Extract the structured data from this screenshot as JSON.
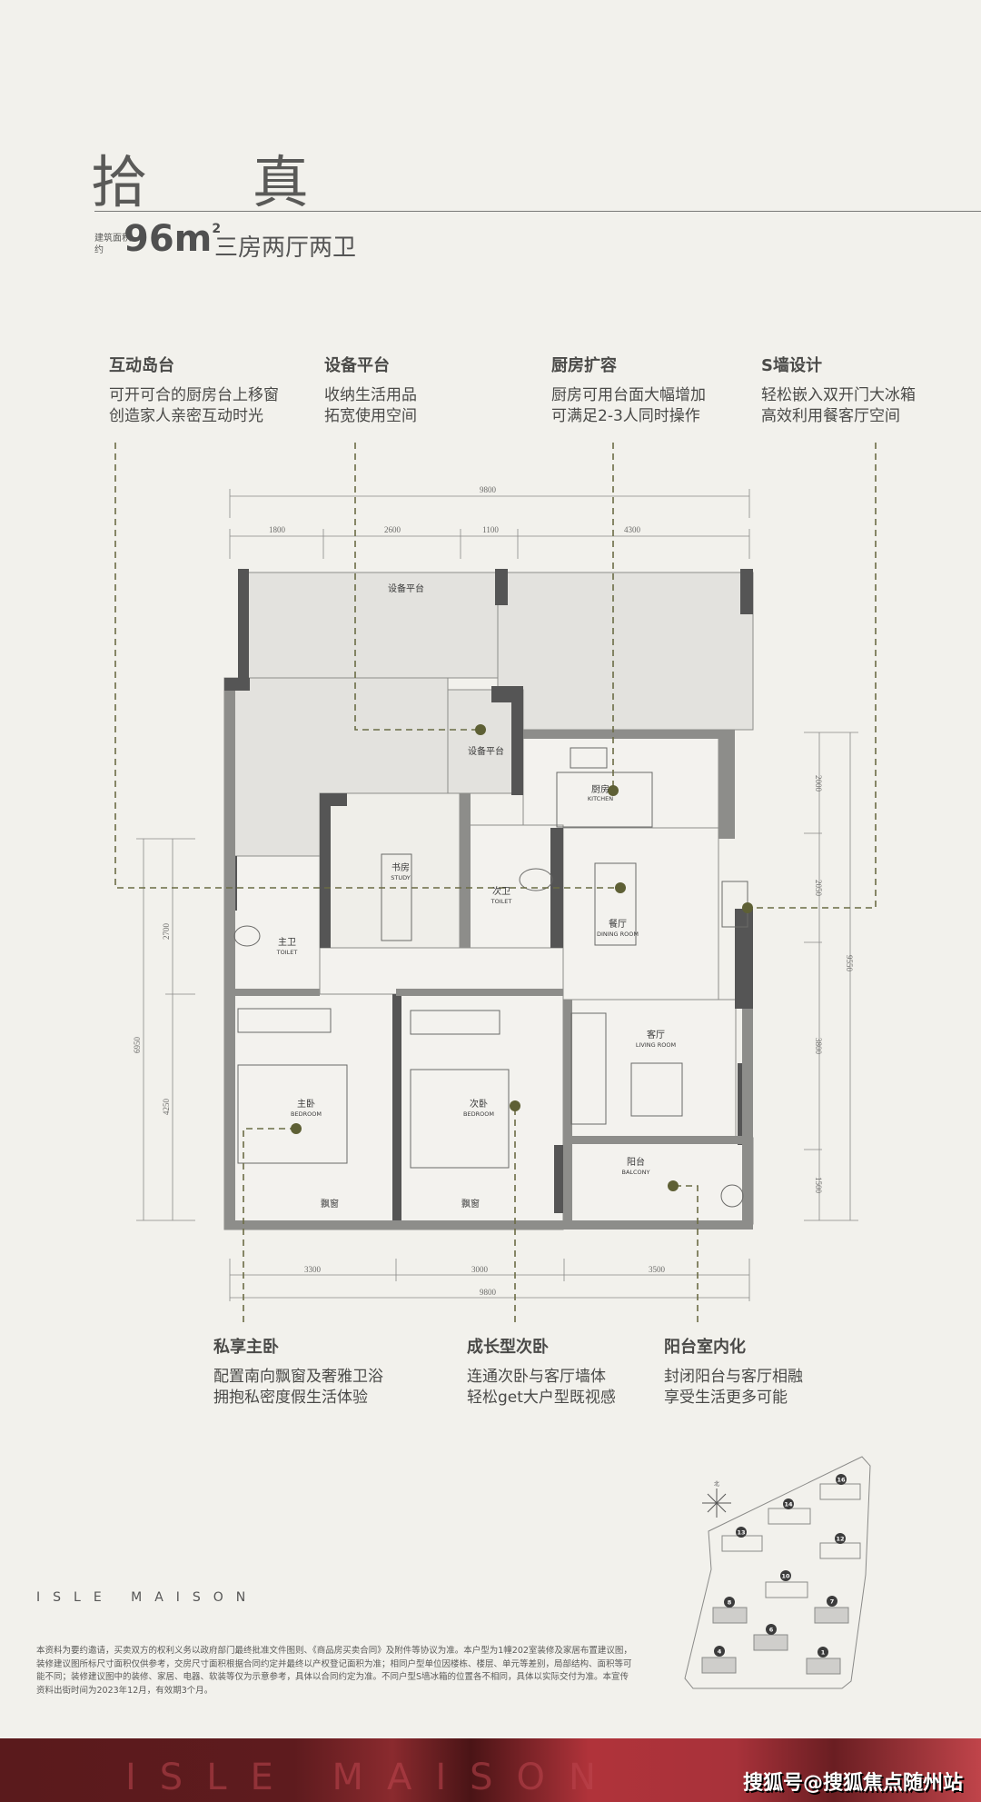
{
  "header": {
    "title": "拾 真",
    "area_label": "建筑面积约",
    "area_value": "96m",
    "area_unit_sup": "2",
    "layout_type": "三房两厅两卫"
  },
  "features_top": [
    {
      "title": "互动岛台",
      "lines": [
        "可开可合的厨房台上移窗",
        "创造家人亲密互动时光"
      ]
    },
    {
      "title": "设备平台",
      "lines": [
        "收纳生活用品",
        "拓宽使用空间"
      ]
    },
    {
      "title": "厨房扩容",
      "lines": [
        "厨房可用台面大幅增加",
        "可满足2-3人同时操作"
      ]
    },
    {
      "title": "S墙设计",
      "lines": [
        "轻松嵌入双开门大冰箱",
        "高效利用餐客厅空间"
      ]
    }
  ],
  "features_bottom": [
    {
      "title": "私享主卧",
      "lines": [
        "配置南向飘窗及奢雅卫浴",
        "拥抱私密度假生活体验"
      ]
    },
    {
      "title": "成长型次卧",
      "lines": [
        "连通次卧与客厅墙体",
        "轻松get大户型既视感"
      ]
    },
    {
      "title": "阳台室内化",
      "lines": [
        "封闭阳台与客厅相融",
        "享受生活更多可能"
      ]
    }
  ],
  "floorplan": {
    "dims_top": {
      "total": "9800",
      "parts": [
        "1800",
        "2600",
        "1100",
        "4300"
      ]
    },
    "dims_bottom": {
      "total": "9800",
      "parts": [
        "3300",
        "3000",
        "3500"
      ]
    },
    "dims_left": {
      "total": "6950",
      "parts": [
        "2700",
        "4250"
      ]
    },
    "dims_right": {
      "total": "9550",
      "parts": [
        "2000",
        "2050",
        "3800",
        "1500"
      ]
    },
    "rooms": {
      "platform_top": "设备平台",
      "platform_small": "设备平台",
      "kitchen": {
        "cn": "厨房",
        "en": "KITCHEN"
      },
      "study": {
        "cn": "书房",
        "en": "STUDY"
      },
      "toilet2": {
        "cn": "次卫",
        "en": "TOILET"
      },
      "dining": {
        "cn": "餐厅",
        "en": "DINING ROOM"
      },
      "toilet1": {
        "cn": "主卫",
        "en": "TOILET"
      },
      "living": {
        "cn": "客厅",
        "en": "LIVING ROOM"
      },
      "master": {
        "cn": "主卧",
        "en": "BEDROOM"
      },
      "second": {
        "cn": "次卧",
        "en": "BEDROOM"
      },
      "balcony": {
        "cn": "阳台",
        "en": "BALCONY"
      },
      "bay1": "飘窗",
      "bay2": "飘窗"
    },
    "colors": {
      "leader": "#6b6c45",
      "dot": "#5e6035",
      "wall_dark": "#555555",
      "wall_mid": "#8d8d8a"
    }
  },
  "site_map": {
    "north_label": "北",
    "buildings": [
      "16",
      "14",
      "13",
      "12",
      "10",
      "8",
      "7",
      "6",
      "4",
      "1"
    ],
    "highlighted": [
      "8",
      "7",
      "6",
      "4",
      "1"
    ]
  },
  "brand": "ISLE MAISON",
  "disclaimer": "本资料为要约邀请，买卖双方的权利义务以政府部门最终批准文件图则、《商品房买卖合同》及附件等协议为准。本户型为1幢202室装修及家居布置建议图，装修建议图所标尺寸面积仅供参考，交房尺寸面积根据合同约定并最终以产权登记面积为准；相同户型单位因楼栋、楼层、单元等差别，局部结构、面积等可能不同；装修建议图中的装修、家居、电器、软装等仅为示意参考，具体以合同约定为准。不同户型S墙冰箱的位置各不相同，具体以实际交付为准。本宣传资料出街时间为2023年12月，有效期3个月。",
  "banner": {
    "watermark": "ISLE MAISON",
    "source": "搜狐号@搜狐焦点随州站",
    "colors": {
      "dark": "#5a1a1c",
      "light": "#b0333a"
    }
  }
}
